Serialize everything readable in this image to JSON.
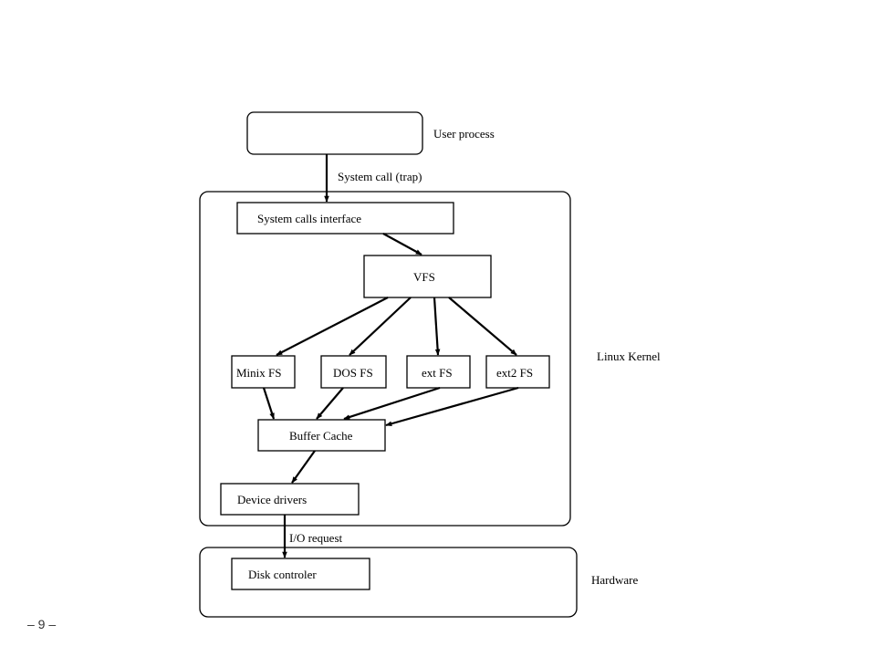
{
  "diagram": {
    "user_process_label": "User process",
    "system_call_label": "System call (trap)",
    "syscall_interface": "System calls interface",
    "vfs": "VFS",
    "filesystems": [
      "Minix FS",
      "DOS FS",
      "ext FS",
      "ext2 FS"
    ],
    "buffer_cache": "Buffer Cache",
    "device_drivers": "Device drivers",
    "linux_kernel_label": "Linux Kernel",
    "io_request_label": "I/O request",
    "disk_controller": "Disk controler",
    "hardware_label": "Hardware"
  },
  "footer": {
    "slide_number": "– 9 –"
  }
}
